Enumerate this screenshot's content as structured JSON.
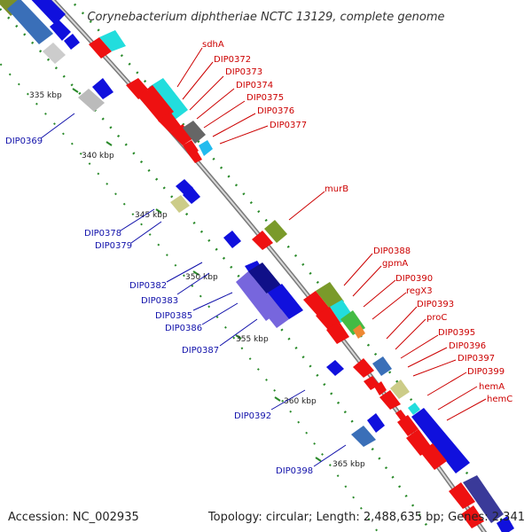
{
  "title": "Corynebacterium diphtheriae NCTC 13129, complete genome",
  "footer": {
    "accession": "Accession: NC_002935",
    "summary": "Topology: circular; Length: 2,488,635 bp; Genes: 2,341"
  },
  "ticks": [
    "335 kbp",
    "340 kbp",
    "345 kbp",
    "350 kbp",
    "355 kbp",
    "360 kbp",
    "365 kbp"
  ],
  "labels_right": [
    "sdhA",
    "DIP0372",
    "DIP0373",
    "DIP0374",
    "DIP0375",
    "DIP0376",
    "DIP0377",
    "murB",
    "DIP0388",
    "gpmA",
    "DIP0390",
    "regX3",
    "DIP0393",
    "proC",
    "DIP0395",
    "DIP0396",
    "DIP0397",
    "DIP0399",
    "hemA",
    "hemC"
  ],
  "labels_left": [
    "DIP0369",
    "DIP0378",
    "DIP0379",
    "DIP0382",
    "DIP0383",
    "DIP0385",
    "DIP0386",
    "DIP0387",
    "DIP0392",
    "DIP0398"
  ],
  "colors": {
    "forward_red": "#ee1111",
    "reverse_blue": "#0a0ae6",
    "cyan": "#22dddd",
    "backbone": "#8a8a8a",
    "dotted_track": "#2a8a2a",
    "label_red": "#cc0000",
    "label_blue": "#1010aa"
  }
}
